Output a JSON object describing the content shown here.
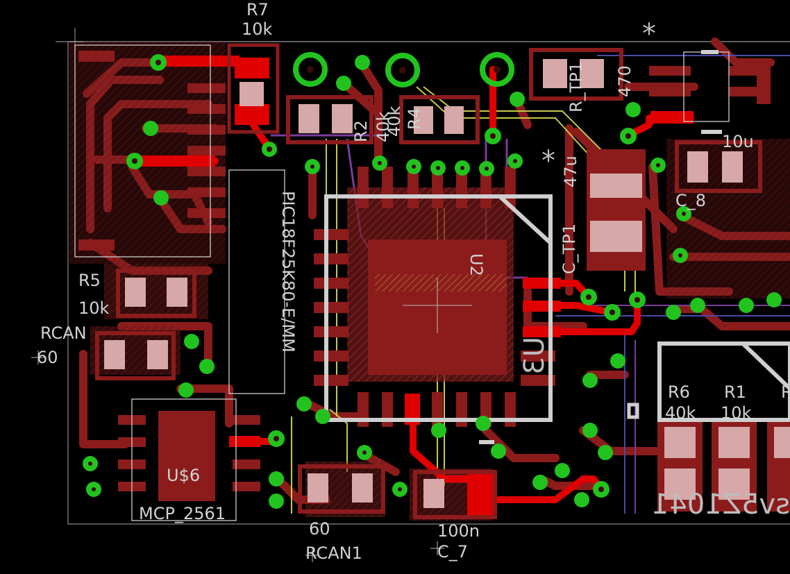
{
  "labels": {
    "r7_name": "R7",
    "r7_value": "10k",
    "r2_name": "R2",
    "r2_value": "40k",
    "r4_name": "R4",
    "r4_value": "40k",
    "rtp1_name": "R_TP1",
    "rtp1_value": "470",
    "r5_name": "R5",
    "r5_value": "10k",
    "rcan_name": "RCAN",
    "rcan_value": "60",
    "rcan1_value": "60",
    "rcan1_name": "RCAN1",
    "ctp1_name": "C_TP1",
    "ctp1_value": "47u",
    "c8_value": "10u",
    "c8_name": "C_8",
    "u2_name": "U2",
    "u2_part": "PIC18F25K80-E/MM",
    "u3_name": "U3",
    "r6_name": "R6",
    "r6_value": "40k",
    "r1_name": "R1",
    "r1_value": "10k",
    "r_partial": "R",
    "u6_name": "U$6",
    "u6_part": "MCP_2561",
    "c7_value": "100n",
    "c7_name": "C_7",
    "star1": "*",
    "star2": "*",
    "mirror_text": "sv5Z1041"
  },
  "colors": {
    "background": "#000000",
    "top_copper": "#e00000",
    "bottom_copper": "#8c1c1c",
    "via": "#22c31e",
    "silkscreen": "#d2d2d2",
    "tplace_yellow": "#c8c84a",
    "outline_purple": "#7a3c9a"
  }
}
